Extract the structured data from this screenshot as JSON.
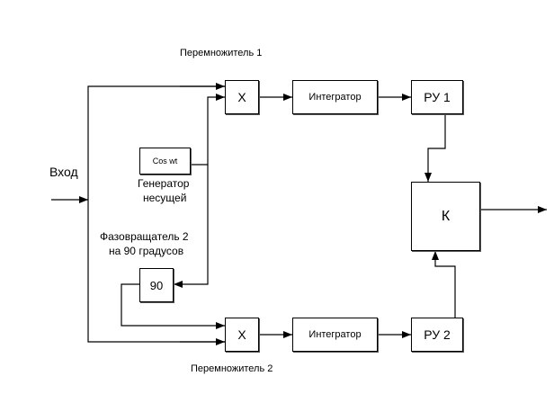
{
  "diagram": {
    "labels": {
      "input": "Вход",
      "multiplier1": "Перемножитель 1",
      "multiplier2": "Перемножитель 2",
      "generator": "Генератор\nнесущей",
      "generator_line1": "Генератор",
      "generator_line2": "несущей",
      "phase_shifter_line1": "Фазовращатель 2",
      "phase_shifter_line2": "на 90 градусов"
    },
    "blocks": {
      "mult1": "X",
      "mult2": "X",
      "integrator1": "Интегратор",
      "integrator2": "Интегратор",
      "ru1": "РУ 1",
      "ru2": "РУ 2",
      "comparator": "К",
      "oscillator": "Cos wt",
      "phase90": "90"
    }
  }
}
